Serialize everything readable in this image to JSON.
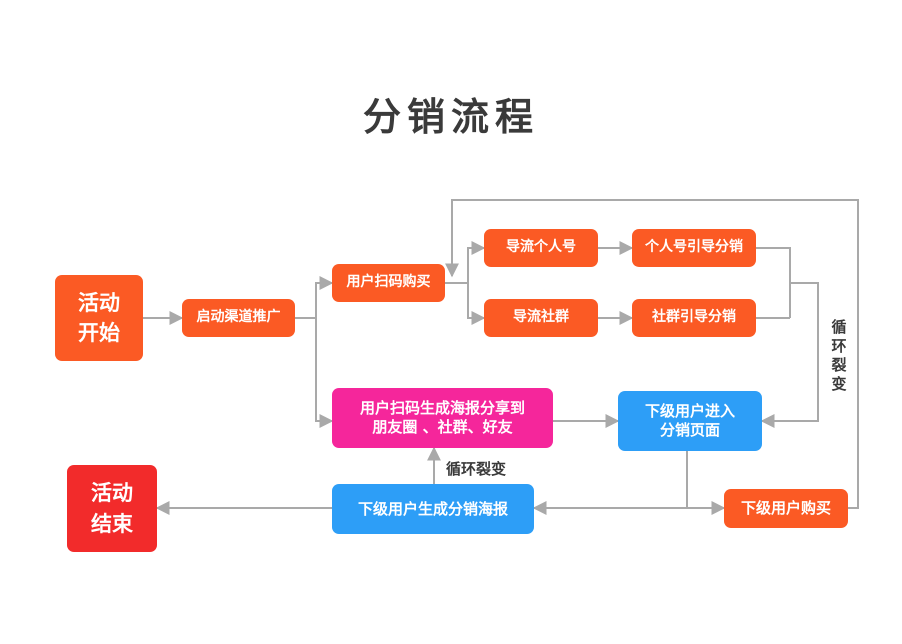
{
  "title": "分销流程",
  "nodes": {
    "start": "活动\n开始",
    "launch": "启动渠道推广",
    "scan_buy": "用户扫码购买",
    "personal": "导流个人号",
    "community": "导流社群",
    "personal_dist": "个人号引导分销",
    "community_dist": "社群引导分销",
    "share": "用户扫码生成海报分享到\n朋友圈 、社群、好友",
    "enter_page": "下级用户进入\n分销页面",
    "gen_poster": "下级用户生成分销海报",
    "sub_buy": "下级用户购买",
    "end": "活动\n结束"
  },
  "labels": {
    "loop_right": "循环裂变",
    "loop_mid": "循环裂变"
  },
  "colors": {
    "orange": "#fb5a24",
    "blue": "#2d9ef7",
    "pink": "#f5269b",
    "red": "#f22b2b",
    "line": "#a9a9a9"
  }
}
